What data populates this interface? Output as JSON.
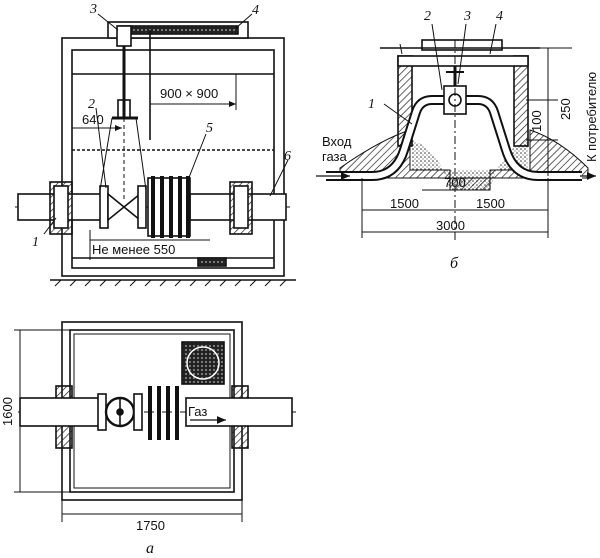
{
  "view_a": {
    "caption": "а",
    "callouts": [
      "1",
      "2",
      "3",
      "4",
      "5",
      "6"
    ],
    "dims": {
      "hatch": "900 × 900",
      "offset": "640",
      "min_clear": "Не менее 550",
      "width": "1750",
      "height": "1600"
    },
    "flow_label": "Газ"
  },
  "view_b": {
    "caption": "б",
    "callouts": [
      "1",
      "2",
      "3",
      "4"
    ],
    "inlet": "Вход газа",
    "inlet_line1": "Вход",
    "inlet_line2": "газа",
    "outlet": "К потребителю",
    "dims": {
      "d250": "250",
      "d100": "100",
      "d700": "700",
      "left": "1500",
      "right": "1500",
      "total": "3000"
    }
  }
}
